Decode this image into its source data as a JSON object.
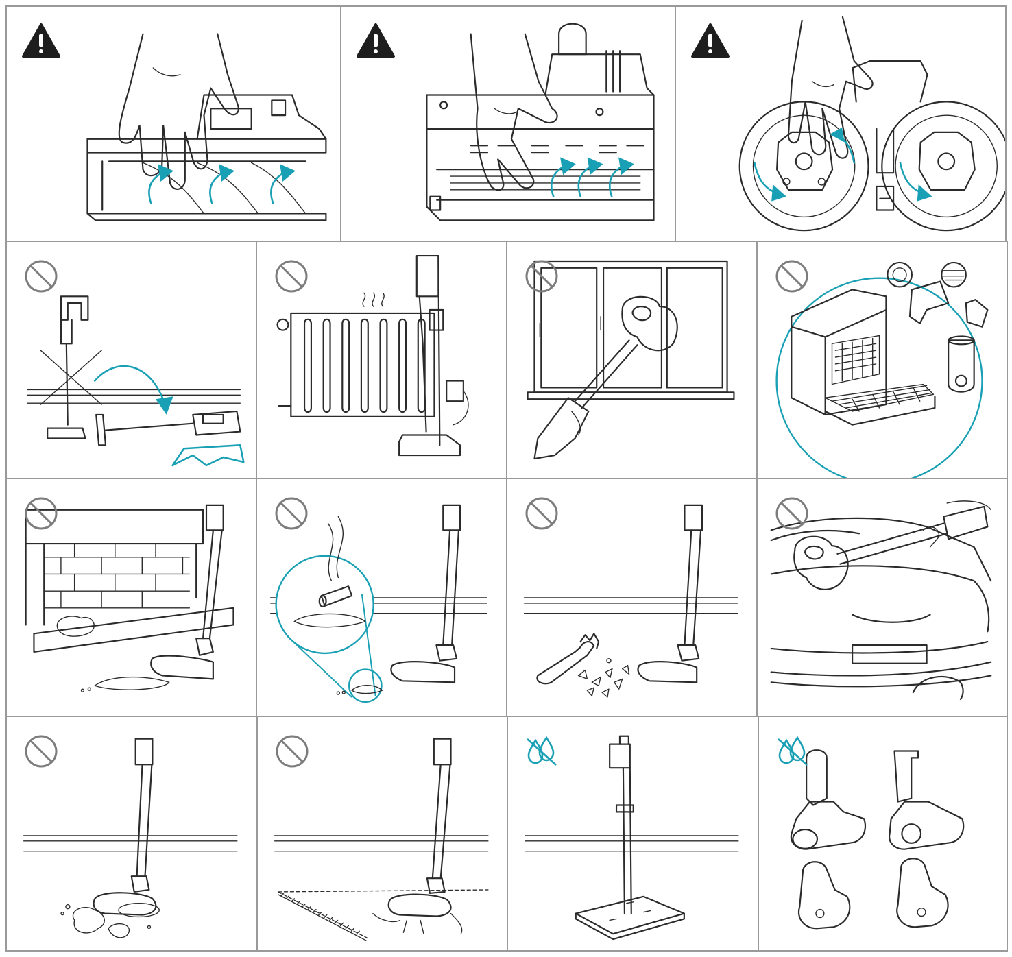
{
  "colors": {
    "line": "#2b2b2b",
    "accent": "#1aa0b4",
    "panel_border": "#9a9a9a",
    "prohibit": "#7d7d7d",
    "warning": "#1e1e1e"
  },
  "rows": [
    {
      "panels": [
        {
          "id": "brushroll-removal",
          "badge": "warning-icon"
        },
        {
          "id": "roller-brush-removal",
          "badge": "warning-icon"
        },
        {
          "id": "mop-pad-rotation",
          "badge": "warning-icon"
        }
      ]
    },
    {
      "panels": [
        {
          "id": "no-dropping",
          "badge": "prohibited-icon"
        },
        {
          "id": "no-heat-source",
          "badge": "prohibited-icon"
        },
        {
          "id": "no-window-cleaning",
          "badge": "prohibited-icon"
        },
        {
          "id": "no-dishwasher",
          "badge": "prohibited-icon"
        }
      ]
    },
    {
      "panels": [
        {
          "id": "no-fireplace-ash",
          "badge": "prohibited-icon"
        },
        {
          "id": "no-cigarette-butts",
          "badge": "prohibited-icon"
        },
        {
          "id": "no-broken-glass",
          "badge": "prohibited-icon"
        },
        {
          "id": "no-car-cleaning",
          "badge": "prohibited-icon"
        }
      ]
    },
    {
      "panels": [
        {
          "id": "no-liquid-spills",
          "badge": "prohibited-icon"
        },
        {
          "id": "no-carpet-mopping",
          "badge": "prohibited-icon"
        },
        {
          "id": "no-water-charging-base",
          "badge": "no-water-icon"
        },
        {
          "id": "no-water-nozzles",
          "badge": "no-water-icon"
        }
      ]
    }
  ]
}
